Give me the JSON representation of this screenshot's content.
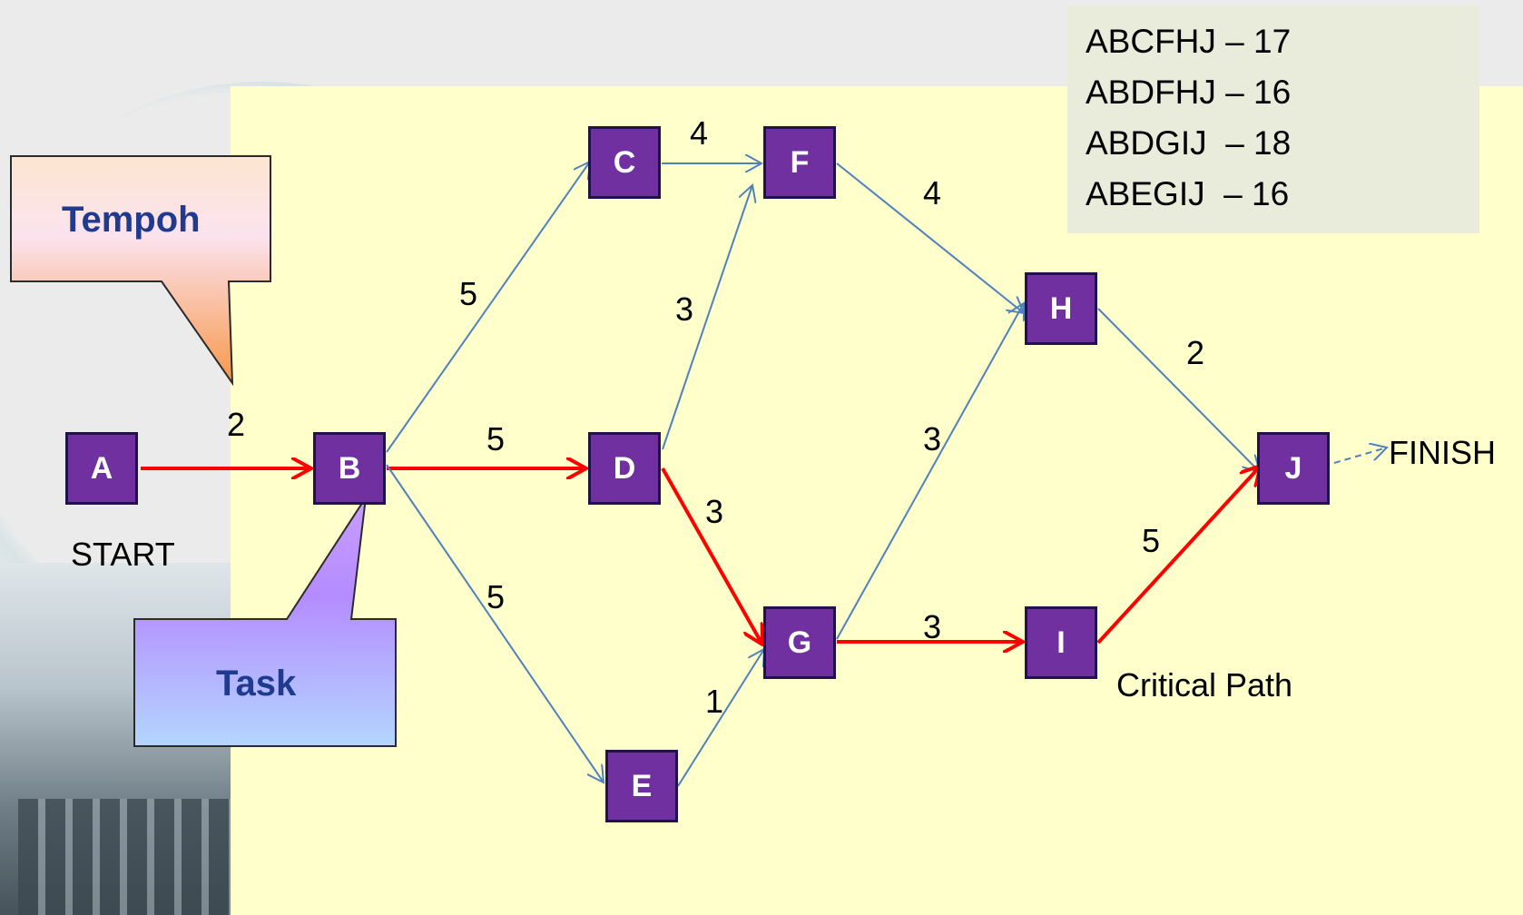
{
  "nodes": [
    {
      "id": "A",
      "label": "A"
    },
    {
      "id": "B",
      "label": "B"
    },
    {
      "id": "C",
      "label": "C"
    },
    {
      "id": "D",
      "label": "D"
    },
    {
      "id": "E",
      "label": "E"
    },
    {
      "id": "F",
      "label": "F"
    },
    {
      "id": "G",
      "label": "G"
    },
    {
      "id": "H",
      "label": "H"
    },
    {
      "id": "I",
      "label": "I"
    },
    {
      "id": "J",
      "label": "J"
    }
  ],
  "edges": [
    {
      "from": "A",
      "to": "B",
      "weight": "2",
      "critical": true
    },
    {
      "from": "B",
      "to": "C",
      "weight": "5",
      "critical": false
    },
    {
      "from": "B",
      "to": "D",
      "weight": "5",
      "critical": true
    },
    {
      "from": "B",
      "to": "E",
      "weight": "5",
      "critical": false
    },
    {
      "from": "C",
      "to": "F",
      "weight": "4",
      "critical": false
    },
    {
      "from": "D",
      "to": "F",
      "weight": "3",
      "critical": false
    },
    {
      "from": "D",
      "to": "G",
      "weight": "3",
      "critical": true
    },
    {
      "from": "E",
      "to": "G",
      "weight": "1",
      "critical": false
    },
    {
      "from": "F",
      "to": "H",
      "weight": "4",
      "critical": false
    },
    {
      "from": "G",
      "to": "H",
      "weight": "3",
      "critical": false
    },
    {
      "from": "G",
      "to": "I",
      "weight": "3",
      "critical": true
    },
    {
      "from": "H",
      "to": "J",
      "weight": "2",
      "critical": false
    },
    {
      "from": "I",
      "to": "J",
      "weight": "5",
      "critical": true
    }
  ],
  "labels": {
    "start": "START",
    "finish": "FINISH",
    "critical_path": "Critical Path"
  },
  "callouts": {
    "tempoh": "Tempoh",
    "task": "Task"
  },
  "paths": [
    "ABCFHJ – 17",
    "ABDFHJ – 16",
    "ABDGIJ  – 18",
    "ABEGIJ  – 16"
  ],
  "colors": {
    "node_fill": "#7030a0",
    "node_border": "#20124d",
    "critical_edge": "#ff0000",
    "normal_edge": "#4f81bd",
    "canvas": "#ffffcc",
    "paths_box": "#e9ecdb"
  }
}
